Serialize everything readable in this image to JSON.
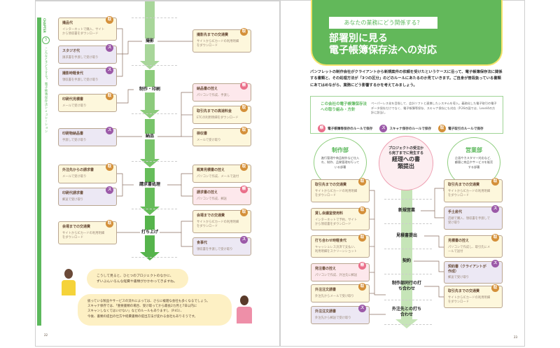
{
  "left_page": {
    "chapter_label": "CHAPTER",
    "chapter_number": "3",
    "side_title": "こんなときどうする？ 電子帳簿保存法シミュレーション",
    "page_number": "22",
    "stages": [
      "撮影",
      "制作・印刷",
      "納品",
      "請求書処理",
      "打ち上げ"
    ],
    "left_cards": [
      {
        "title": "撮品代",
        "desc": "インターネットで購入、サイトから領収書をダウンロード",
        "badge": "取",
        "type": "t"
      },
      {
        "title": "スタジオ代",
        "desc": "請求書を手渡しで受け取り",
        "badge": "ス",
        "type": "s"
      },
      {
        "title": "撮影時軽食代",
        "desc": "領収書を手渡しで受け取り",
        "badge": "ス",
        "type": "s"
      },
      {
        "title": "印刷代見積書",
        "desc": "メールで受け取り",
        "badge": "取",
        "type": "t"
      },
      {
        "title": "印刷物納品書",
        "desc": "手渡しで受け取り",
        "badge": "ス",
        "type": "s"
      },
      {
        "title": "外注先からの請求書",
        "desc": "メールで受け取り",
        "badge": "取",
        "type": "t"
      },
      {
        "title": "印刷代請求書",
        "desc": "郵送で受け取り",
        "badge": "ス",
        "type": "s"
      },
      {
        "title": "会場までの交通費",
        "desc": "サイトからICカードの利用明細をダウンロード",
        "badge": "取",
        "type": "t"
      }
    ],
    "right_cards": [
      {
        "title": "撮影先までの交通費",
        "desc": "サイトからICカードの利用明細をダウンロード",
        "badge": "取",
        "type": "t"
      },
      {
        "title": "納品書の控え",
        "desc": "パソコンで作成、手渡し",
        "badge": "帳",
        "type": "c"
      },
      {
        "title": "取引先までの高速料金",
        "desc": "ETCの利用明細をダウンロード",
        "badge": "取",
        "type": "t"
      },
      {
        "title": "検収書",
        "desc": "メールで受け取り",
        "badge": "取",
        "type": "t"
      },
      {
        "title": "概算見積書の控え",
        "desc": "パソコンで作成、メールで送付",
        "badge": "取",
        "type": "t"
      },
      {
        "title": "請求書の控え",
        "desc": "パソコンで作成、郵送",
        "badge": "帳",
        "type": "c"
      },
      {
        "title": "会場までの交通費",
        "desc": "サイトからICカードの利用明細をダウンロード",
        "badge": "取",
        "type": "t"
      },
      {
        "title": "食事代",
        "desc": "領収書を手渡しで受け取り",
        "badge": "ス",
        "type": "s"
      }
    ],
    "bubble1": [
      "こうして見ると、ひとつのプロジェクトのなかに、",
      "ずいぶんいろんな経費や書類がかかわってきますね。"
    ],
    "bubble2": [
      "扱っている製品やサービスの流れによっては、さらに複雑な会社も多くなるでしょう。",
      "スキャナ保存では、「重要書類の場合、受け取ってから最長2カ月と7日以内に",
      "スキャンしなくてはいけない」などのルールもありますし（P.41）、",
      "今後、書類の提出の仕方や経費書類の提出方法が変わる会社もありそうです。"
    ]
  },
  "right_page": {
    "subtitle": "あなたの業務にどう関係する？",
    "title_line1": "部署別に見る",
    "title_line2": "電子帳簿保存法への対応",
    "intro": "パンフレットの制作会社がクライアントから新規案件の依頼を受けたというケースに沿って、電子帳簿保存法に関係する書類と、その処理方法が「3つの区分」のどのルールにあたるのか見ていきます。ご自身が普段扱っている書類にあてはめながら、業務にどう影響するかを考えてみましょう。",
    "policy_heading": "この会社の電子帳簿保存法への取り組み・方針",
    "policy_text": "ペーパーレス化を目指して、会計ソフトと連携したシステムを導入。義務化した電子取引の電子データ保存だけでなく、電子帳簿等保存、スキャナ保存にも対応（P.26の図では、Level4の方針に該当）。",
    "legend": [
      {
        "badge": "帳",
        "label": "電子帳簿等保存のルールで保存",
        "type": "c"
      },
      {
        "badge": "ス",
        "label": "スキャナ保存のルールで保存",
        "type": "s"
      },
      {
        "badge": "取",
        "label": "電子取引のルールで保存",
        "type": "t"
      }
    ],
    "dept_left": {
      "name": "制作部",
      "desc": "進行管理や商品制作など仕入れ、制作、品質管理を行っている部署"
    },
    "center": {
      "small": "プロジェクトの受注から完了までに発生する",
      "big": "経理への書類提出"
    },
    "dept_right": {
      "name": "営業部",
      "desc": "企画やカスタマー対応など、顧客に商品やサービスを販売する部署"
    },
    "stages": [
      "新規営業",
      "見積書提出",
      "契約",
      "制作部同行の打ち合わせ",
      "外注先との打ち合わせ"
    ],
    "left_cards": [
      {
        "title": "取引先までの交通費",
        "desc": "サイトからICカードの利用明細をダウンロード",
        "badge": "取",
        "type": "t"
      },
      {
        "title": "貸し会議室使用料",
        "desc": "インターネットで予約、サイトから領収書をダウンロード",
        "badge": "取",
        "type": "t"
      },
      {
        "title": "打ち合わせ時軽食代",
        "desc": "キャッシュレス決済で支払い、利用明細をスクリーンショット",
        "badge": "取",
        "type": "t"
      },
      {
        "title": "発注書の控え",
        "desc": "パソコンで作成、外注先に郵送",
        "badge": "帳",
        "type": "c"
      },
      {
        "title": "外注注文請書",
        "desc": "外注先からメールで受け取り",
        "badge": "取",
        "type": "t"
      },
      {
        "title": "外注注文請書",
        "desc": "外注先から郵送で受け取り",
        "badge": "ス",
        "type": "s"
      }
    ],
    "right_cards": [
      {
        "title": "取引先までの交通費",
        "desc": "サイトからICカードの利用明細をダウンロード",
        "badge": "取",
        "type": "t"
      },
      {
        "title": "手土産代",
        "desc": "店頭で購入、領収書を手渡しで受け取り",
        "badge": "ス",
        "type": "s"
      },
      {
        "title": "見積書の控え",
        "desc": "パソコンで作成し、取引先にメールで送付",
        "badge": "取",
        "type": "t"
      },
      {
        "title": "契約書（クライアントが作成）",
        "desc": "郵送で受け取り",
        "badge": "ス",
        "type": "s"
      },
      {
        "title": "取引先までの交通費",
        "desc": "サイトからICカードの利用明細をダウンロード",
        "badge": "取",
        "type": "t"
      }
    ],
    "page_number": "23"
  },
  "colors": {
    "green": "#5cb85c",
    "yellow": "#f5e36b",
    "orange": "#d4903a",
    "purple": "#9b59a8",
    "pink": "#ea6f8a"
  }
}
